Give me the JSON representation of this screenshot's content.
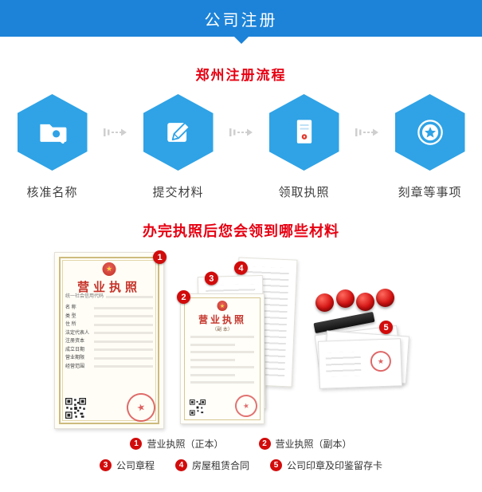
{
  "header": {
    "title": "公司注册"
  },
  "process": {
    "title": "郑州注册流程",
    "steps": [
      {
        "label": "核准名称",
        "icon": "folder-search-icon"
      },
      {
        "label": "提交材料",
        "icon": "edit-pen-icon"
      },
      {
        "label": "领取执照",
        "icon": "license-doc-icon"
      },
      {
        "label": "刻章等事项",
        "icon": "star-seal-icon"
      }
    ]
  },
  "materials": {
    "title": "办完执照后您会领到哪些材料",
    "license_original": {
      "badge": "1",
      "title": "营业执照",
      "subtitle": "统一社会信用代码",
      "fields": [
        "名 称",
        "类 型",
        "住 所",
        "法定代表人",
        "注册资本",
        "成立日期",
        "营业期限",
        "经营范围"
      ]
    },
    "license_copy": {
      "badge": "2",
      "title": "营业执照",
      "subtitle": "（副 本）"
    },
    "articles": {
      "badge": "3"
    },
    "lease": {
      "badge": "4"
    },
    "seals": {
      "badge": "5"
    }
  },
  "legend": {
    "items": [
      {
        "num": "1",
        "label": "营业执照（正本）"
      },
      {
        "num": "2",
        "label": "营业执照（副本）"
      },
      {
        "num": "3",
        "label": "公司章程"
      },
      {
        "num": "4",
        "label": "房屋租赁合同"
      },
      {
        "num": "5",
        "label": "公司印章及印鉴留存卡"
      }
    ]
  },
  "glyphs": {
    "star": "★"
  },
  "colors": {
    "header_bg": "#1c83d8",
    "hexagon_blue": "#2fa3e6",
    "accent_red": "#e60012",
    "badge_red": "#d20b0b"
  }
}
